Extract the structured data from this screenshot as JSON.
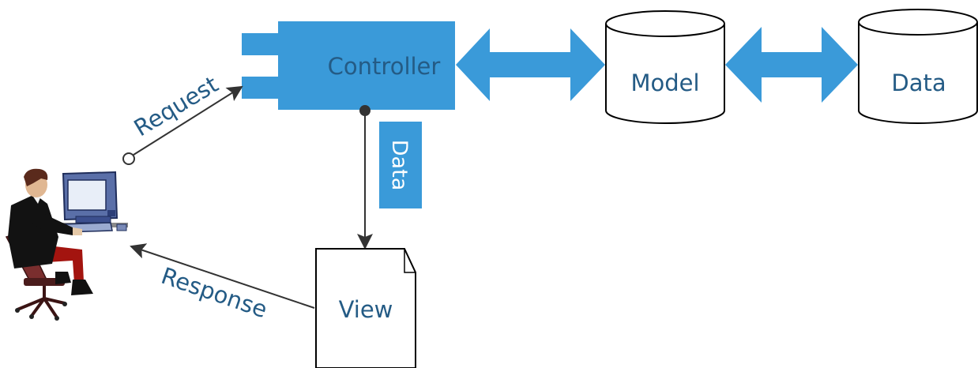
{
  "colors": {
    "accent": "#3a9ad9",
    "text": "#245b85",
    "line": "#333333",
    "white": "#ffffff"
  },
  "nodes": {
    "controller": "Controller",
    "model": "Model",
    "data_store": "Data",
    "view": "View"
  },
  "edges": {
    "request": "Request",
    "response": "Response",
    "data_flow": "Data"
  },
  "icons": {
    "user": "person-at-computer-icon"
  }
}
